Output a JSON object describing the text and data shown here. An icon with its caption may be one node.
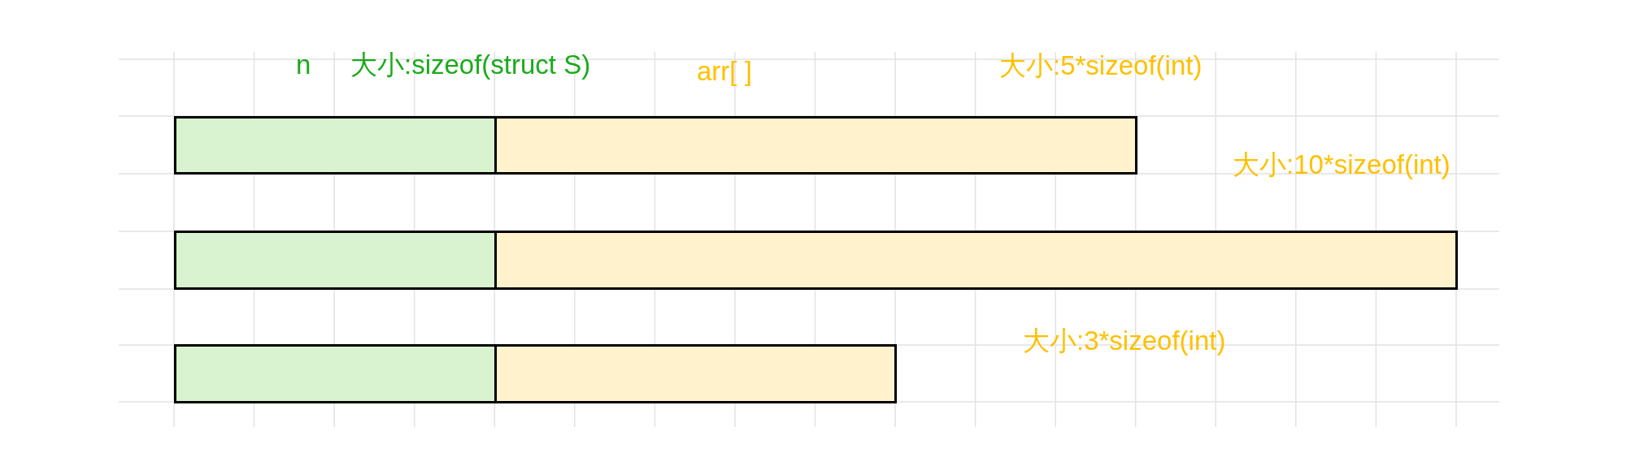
{
  "diagram": {
    "nodes": [
      {
        "text": [],
        "shape": "box"
      },
      {
        "text": [],
        "shape": "box"
      },
      {
        "text": [],
        "shape": "box"
      },
      {
        "text": [],
        "shape": "box"
      },
      {
        "text": [],
        "shape": "box"
      },
      {
        "text": [],
        "shape": "box"
      }
    ],
    "edges": [],
    "labels": [
      "n",
      "大小:sizeof(struct S)",
      "arr[ ]",
      "大小:5*sizeof(int)",
      "大小:10*sizeof(int)",
      "大小:3*sizeof(int)"
    ]
  }
}
